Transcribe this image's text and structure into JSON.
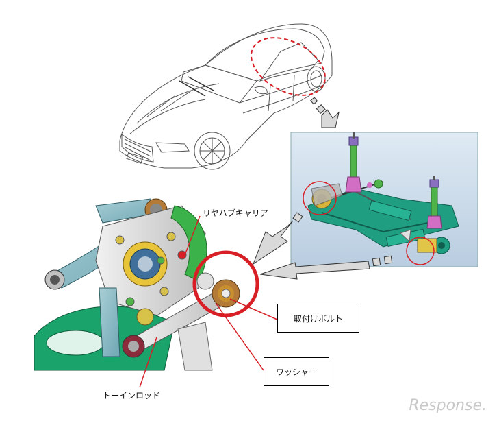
{
  "labels": {
    "rear_hub_carrier": "リヤハブキャリア",
    "mounting_bolt": "取付けボルト",
    "washer": "ワッシャー",
    "toe_in_rod": "トーインロッド"
  },
  "watermark": {
    "text": "Response."
  },
  "colors": {
    "highlight_red": "#d81f26",
    "subframe_green": "#1f9e82",
    "spring_green": "#4fb34a",
    "panel_blue": "#cfe0ef",
    "hub_yellow": "#e8c43a",
    "arrow_gray": "#d9d9d9"
  }
}
